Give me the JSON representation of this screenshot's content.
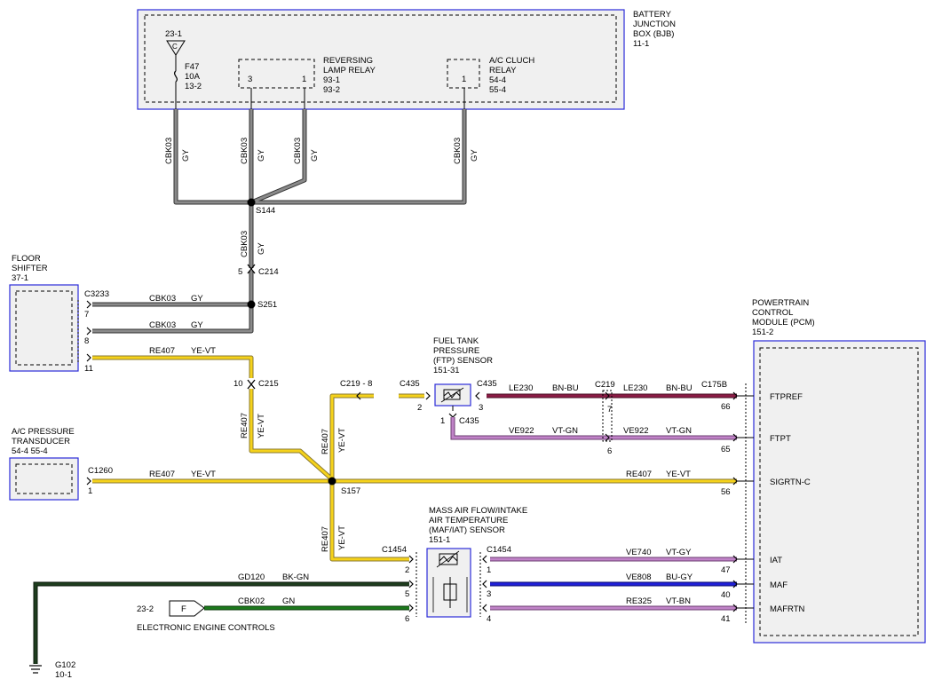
{
  "components": {
    "bjb": {
      "lines": [
        "BATTERY",
        "JUNCTION",
        "BOX (BJB)",
        "11-1"
      ]
    },
    "fuse": {
      "ref": "23-1",
      "connector": "C",
      "lines": [
        "F47",
        "10A",
        "13-2"
      ]
    },
    "reversing_relay": {
      "lines": [
        "REVERSING",
        "LAMP RELAY",
        "93-1",
        "93-2"
      ],
      "pin_a": "3",
      "pin_b": "1"
    },
    "ac_relay": {
      "lines": [
        "A/C CLUCH",
        "RELAY",
        "54-4",
        "55-4"
      ],
      "pin": "1"
    },
    "floor_shifter": {
      "lines": [
        "FLOOR",
        "SHIFTER",
        "37-1"
      ]
    },
    "ac_transducer": {
      "lines": [
        "A/C PRESSURE",
        "TRANSDUCER",
        "54-4   55-4"
      ]
    },
    "ftp_sensor": {
      "lines": [
        "FUEL TANK",
        "PRESSURE",
        "(FTP) SENSOR",
        "151-31"
      ]
    },
    "maf_sensor": {
      "lines": [
        "MASS AIR FLOW/INTAKE",
        "AIR TEMPERATURE",
        "(MAF/IAT) SENSOR",
        "151-1"
      ]
    },
    "pcm": {
      "lines": [
        "POWERTRAIN",
        "CONTROL",
        "MODULE (PCM)",
        "151-2"
      ],
      "pins": [
        {
          "name": "FTPREF",
          "pin": "66"
        },
        {
          "name": "FTPT",
          "pin": "65"
        },
        {
          "name": "SIGRTN-C",
          "pin": "56"
        },
        {
          "name": "IAT",
          "pin": "47"
        },
        {
          "name": "MAF",
          "pin": "40"
        },
        {
          "name": "MAFRTN",
          "pin": "41"
        }
      ]
    },
    "eec": {
      "ref": "23-2",
      "connector": "F",
      "label": "ELECTRONIC ENGINE CONTROLS"
    },
    "ground": {
      "lines": [
        "G102",
        "10-1"
      ]
    }
  },
  "wires": {
    "cbk03": "CBK03",
    "gy": "GY",
    "re407": "RE407",
    "yevt": "YE-VT",
    "le230": "LE230",
    "bnbu": "BN-BU",
    "ve922": "VE922",
    "vtgn": "VT-GN",
    "ve740": "VE740",
    "vtgy": "VT-GY",
    "ve808": "VE808",
    "bugy": "BU-GY",
    "re325": "RE325",
    "vtbn": "VT-BN",
    "gd120": "GD120",
    "bkgn": "BK-GN",
    "cbk02": "CBK02",
    "gn": "GN"
  },
  "splices": {
    "s144": "S144",
    "s251": "S251",
    "s157": "S157"
  },
  "connectors": {
    "c214": "C214",
    "c214_pin": "5",
    "c3233": "C3233",
    "c3233_pins": [
      "7",
      "8",
      "11"
    ],
    "c215": "C215",
    "c215_pin": "10",
    "c1260": "C1260",
    "c1260_pin": "1",
    "c219_8": "C219 - 8",
    "c435": "C435",
    "c435_pin_left": "2",
    "c435_pin_right": "3",
    "c435_pin_bottom": "1",
    "c219": "C219",
    "c219_pins": [
      "7",
      "6"
    ],
    "c175b": "C175B",
    "c1454": "C1454",
    "c1454_left_pins": [
      "2",
      "5",
      "6"
    ],
    "c1454_right_pins": [
      "1",
      "3",
      "4"
    ]
  },
  "colors": {
    "gy": "#7f7f7f",
    "yevt": "#f5d21b",
    "bnbu": "#8b1b45",
    "vt": "#c083c8",
    "bu": "#2020d8",
    "bk": "#1e3d1e",
    "gn": "#1c7a1c",
    "box_border": "#2b2bd9",
    "box_fill": "#f0f0f0"
  }
}
